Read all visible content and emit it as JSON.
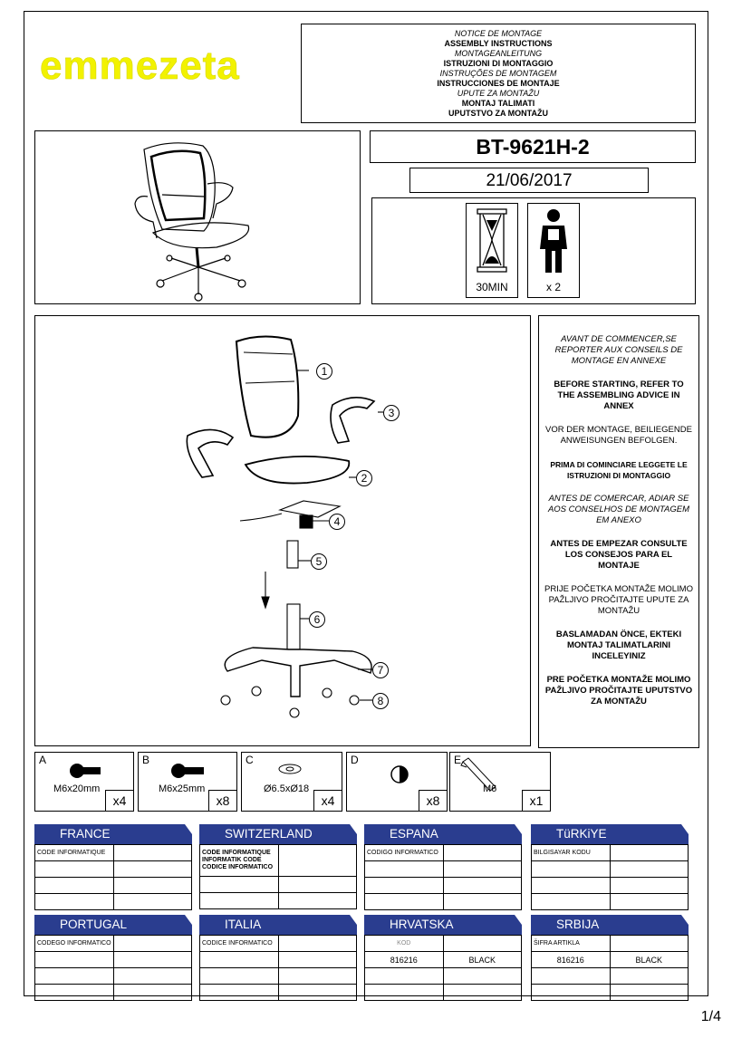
{
  "brand": "emmezeta",
  "notice_lines": [
    {
      "text": "NOTICE DE MONTAGE",
      "style": "it"
    },
    {
      "text": "ASSEMBLY INSTRUCTIONS",
      "style": "b"
    },
    {
      "text": "MONTAGEANLEITUNG",
      "style": "it"
    },
    {
      "text": "ISTRUZIONI DI MONTAGGIO",
      "style": "b"
    },
    {
      "text": "INSTRUÇÕES DE MONTAGEM",
      "style": "it"
    },
    {
      "text": "INSTRUCCIONES DE MONTAJE",
      "style": "b"
    },
    {
      "text": "UPUTE ZA MONTAŽU",
      "style": "it"
    },
    {
      "text": "MONTAJ TALIMATI",
      "style": "b"
    },
    {
      "text": "UPUTSTVO ZA MONTAŽU",
      "style": "b"
    }
  ],
  "model": "BT-9621H-2",
  "date": "21/06/2017",
  "time_label": "30MIN",
  "persons_label": "x 2",
  "part_numbers": [
    "1",
    "2",
    "3",
    "4",
    "5",
    "6",
    "7",
    "8"
  ],
  "advice": [
    {
      "text": "AVANT DE COMMENCER,SE REPORTER AUX CONSEILS DE MONTAGE EN ANNEXE",
      "style": "it"
    },
    {
      "text": "BEFORE STARTING, REFER TO THE ASSEMBLING ADVICE IN ANNEX",
      "style": "b"
    },
    {
      "text": "VOR DER MONTAGE, BEILIEGENDE ANWEISUNGEN BEFOLGEN.",
      "style": ""
    },
    {
      "text": "PRIMA DI COMINCIARE LEGGETE LE ISTRUZIONI DI MONTAGGIO",
      "style": "bs"
    },
    {
      "text": "ANTES DE COMERCAR, ADIAR SE AOS CONSELHOS DE MONTAGEM EM ANEXO",
      "style": "it"
    },
    {
      "text": "ANTES DE EMPEZAR CONSULTE LOS CONSEJOS PARA EL MONTAJE",
      "style": "b"
    },
    {
      "text": "PRIJE POČETKA MONTAŽE MOLIMO PAŽLJIVO PROČITAJTE UPUTE ZA MONTAŽU",
      "style": ""
    },
    {
      "text": "BASLAMADAN ÖNCE, EKTEKI MONTAJ TALIMATLARINI INCELEYINIZ",
      "style": "b"
    },
    {
      "text": "PRE POČETKA MONTAŽE MOLIMO PAŽLJIVO PROČITAJTE UPUTSTVO ZA MONTAŽU",
      "style": "b"
    }
  ],
  "parts": [
    {
      "letter": "A",
      "size": "M6x20mm",
      "qty": "x4"
    },
    {
      "letter": "B",
      "size": "M6x25mm",
      "qty": "x8"
    },
    {
      "letter": "C",
      "size": "Ø6.5xØ18",
      "qty": "x4"
    },
    {
      "letter": "D",
      "size": "",
      "qty": "x8"
    },
    {
      "letter": "E",
      "size": "M6",
      "qty": "x1"
    }
  ],
  "countries": [
    {
      "name": "FRANCE",
      "rows": [
        [
          "CODE INFORMATIQUE",
          ""
        ],
        [
          "",
          ""
        ],
        [
          "",
          ""
        ],
        [
          "",
          ""
        ]
      ]
    },
    {
      "name": "SWITZERLAND",
      "rows": [
        [
          "CODE INFORMATIQUE\nINFORMATIK CODE\nCODICE INFORMATICO",
          ""
        ],
        [
          "",
          ""
        ],
        [
          "",
          ""
        ]
      ]
    },
    {
      "name": "ESPANA",
      "rows": [
        [
          "CODIGO INFORMATICO",
          ""
        ],
        [
          "",
          ""
        ],
        [
          "",
          ""
        ],
        [
          "",
          ""
        ]
      ]
    },
    {
      "name": "TüRKiYE",
      "rows": [
        [
          "BILGISAYAR KODU",
          ""
        ],
        [
          "",
          ""
        ],
        [
          "",
          ""
        ],
        [
          "",
          ""
        ]
      ]
    },
    {
      "name": "PORTUGAL",
      "rows": [
        [
          "CODEGO INFORMATICO",
          ""
        ],
        [
          "",
          ""
        ],
        [
          "",
          ""
        ],
        [
          "",
          ""
        ]
      ]
    },
    {
      "name": "ITALIA",
      "rows": [
        [
          "CODICE INFORMATICO",
          ""
        ],
        [
          "",
          ""
        ],
        [
          "",
          ""
        ],
        [
          "",
          ""
        ]
      ]
    },
    {
      "name": "HRVATSKA",
      "rows": [
        [
          "KOD",
          ""
        ],
        [
          "816216",
          "BLACK"
        ],
        [
          "",
          ""
        ],
        [
          "",
          ""
        ]
      ]
    },
    {
      "name": "SRBIJA",
      "rows": [
        [
          "ŠIFRA ARTIKLA",
          ""
        ],
        [
          "816216",
          "BLACK"
        ],
        [
          "",
          ""
        ],
        [
          "",
          ""
        ]
      ]
    }
  ],
  "page_number": "1/4"
}
